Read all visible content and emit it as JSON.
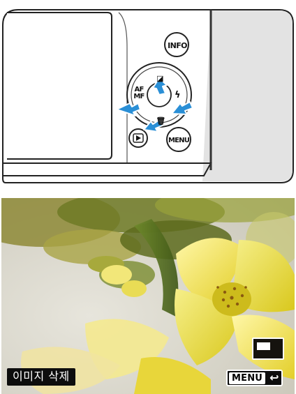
{
  "camera": {
    "info_label": "INFO",
    "menu_label": "MENU",
    "af_label_top": "AF",
    "af_label_bottom": "MF",
    "flash_symbol": "ϟ",
    "trash_symbol": "⨢",
    "exposure_symbol": "◪",
    "play_icon": "play-icon",
    "arrow_color": "#2a8fd6"
  },
  "preview": {
    "delete_label": "이미지 삭제",
    "menu_badge": "MENU",
    "return_icon": "return-arrow-icon",
    "return_glyph": "⮌"
  }
}
